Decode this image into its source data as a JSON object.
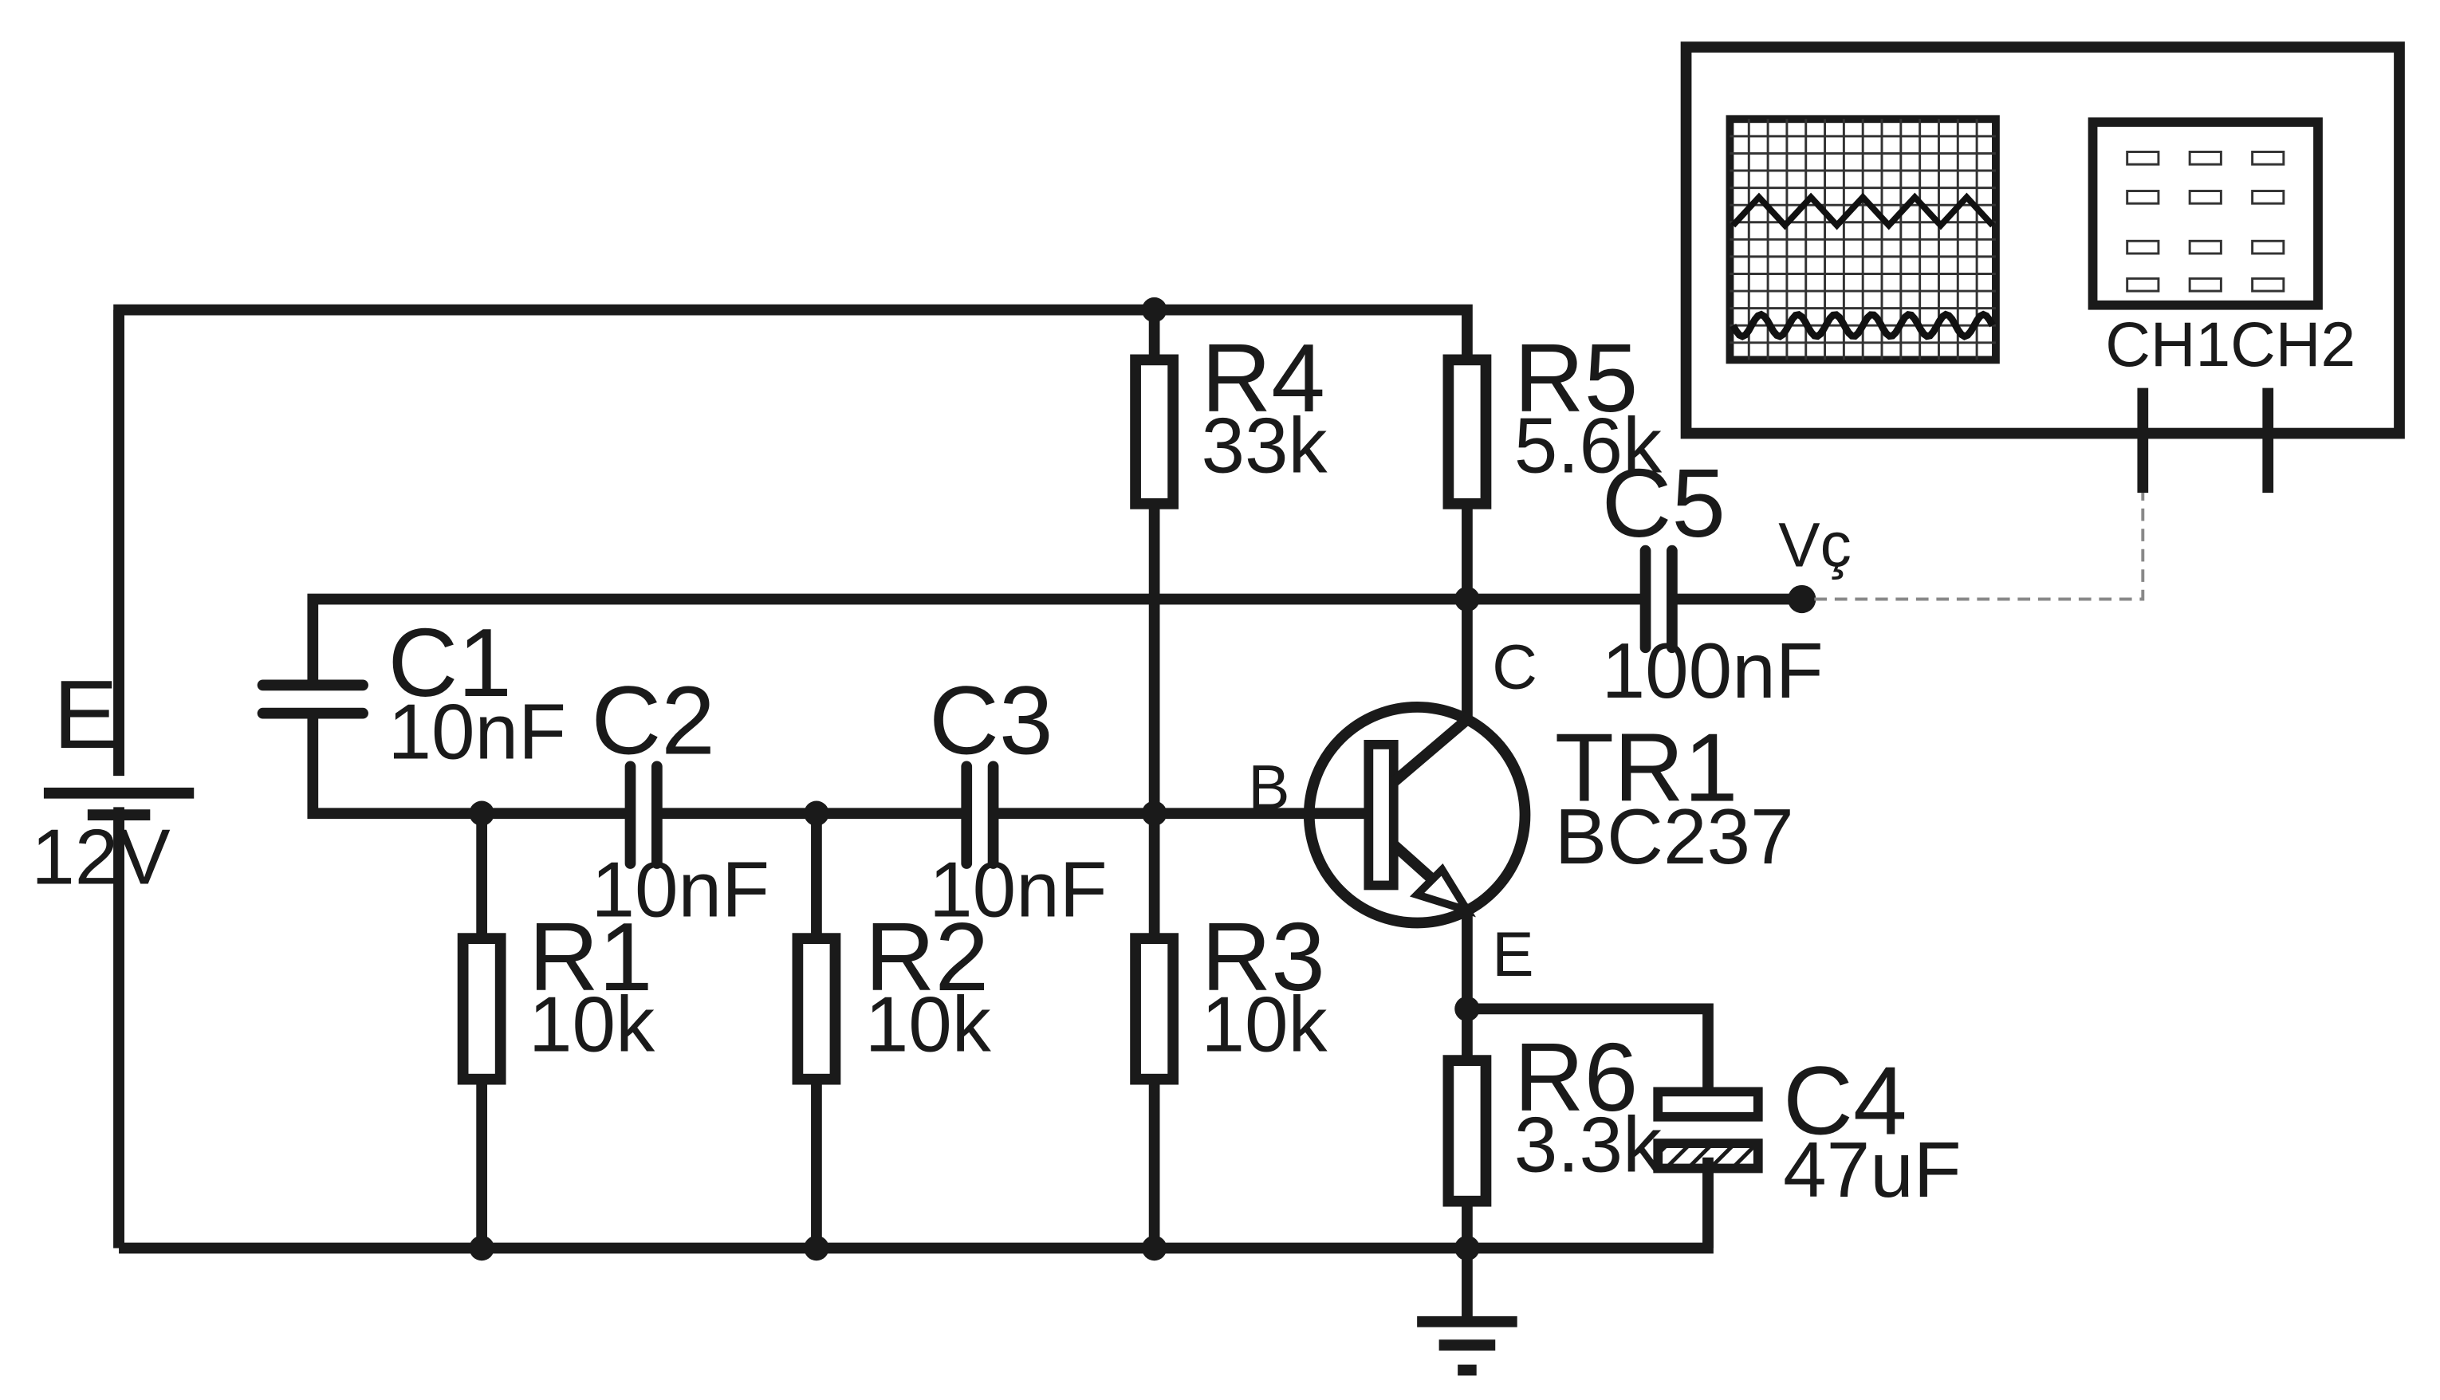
{
  "battery": {
    "name": "E",
    "value": "12V"
  },
  "resistors": {
    "r1": {
      "name": "R1",
      "value": "10k"
    },
    "r2": {
      "name": "R2",
      "value": "10k"
    },
    "r3": {
      "name": "R3",
      "value": "10k"
    },
    "r4": {
      "name": "R4",
      "value": "33k"
    },
    "r5": {
      "name": "R5",
      "value": "5.6k"
    },
    "r6": {
      "name": "R6",
      "value": "3.3k"
    }
  },
  "capacitors": {
    "c1": {
      "name": "C1",
      "value": "10nF"
    },
    "c2": {
      "name": "C2",
      "value": "10nF"
    },
    "c3": {
      "name": "C3",
      "value": "10nF"
    },
    "c4": {
      "name": "C4",
      "value": "47uF"
    },
    "c5": {
      "name": "C5",
      "value": "100nF"
    }
  },
  "transistor": {
    "name": "TR1",
    "model": "BC237",
    "pin_b": "B",
    "pin_c": "C",
    "pin_e": "E"
  },
  "output": {
    "label": "Vç"
  },
  "oscilloscope": {
    "ch1": "CH1",
    "ch2": "CH2"
  }
}
